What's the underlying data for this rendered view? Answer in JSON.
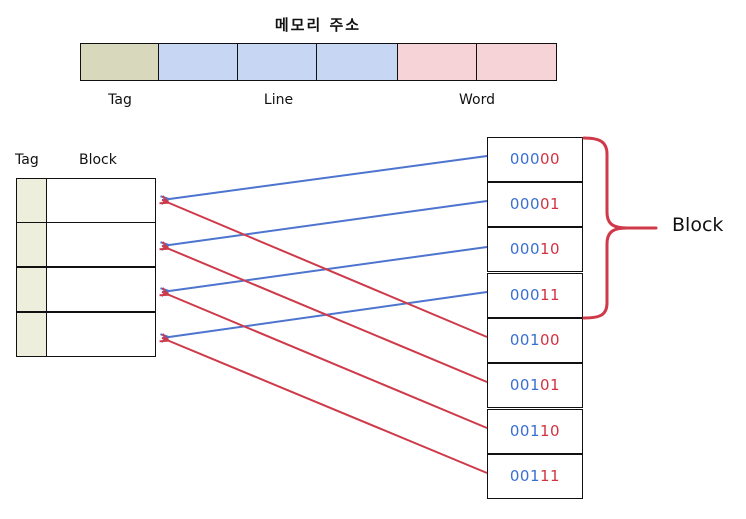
{
  "address": {
    "title": "메모리 주소",
    "labels": {
      "tag": "Tag",
      "line": "Line",
      "word": "Word"
    }
  },
  "cache": {
    "tag_header": "Tag",
    "block_header": "Block",
    "rows": 4
  },
  "memory": {
    "cells": [
      {
        "prefix": "000",
        "suffix": "00"
      },
      {
        "prefix": "000",
        "suffix": "01"
      },
      {
        "prefix": "000",
        "suffix": "10"
      },
      {
        "prefix": "000",
        "suffix": "11"
      },
      {
        "prefix": "001",
        "suffix": "00"
      },
      {
        "prefix": "001",
        "suffix": "01"
      },
      {
        "prefix": "001",
        "suffix": "10"
      },
      {
        "prefix": "001",
        "suffix": "11"
      }
    ]
  },
  "brace": {
    "label": "Block"
  },
  "colors": {
    "tag": "#d8d8bc",
    "line": "#c6d6f3",
    "word": "#f5d3d6",
    "blue_arrow": "#4d74cf",
    "red_arrow": "#cf3a4a",
    "brace": "#cf3a4a"
  }
}
